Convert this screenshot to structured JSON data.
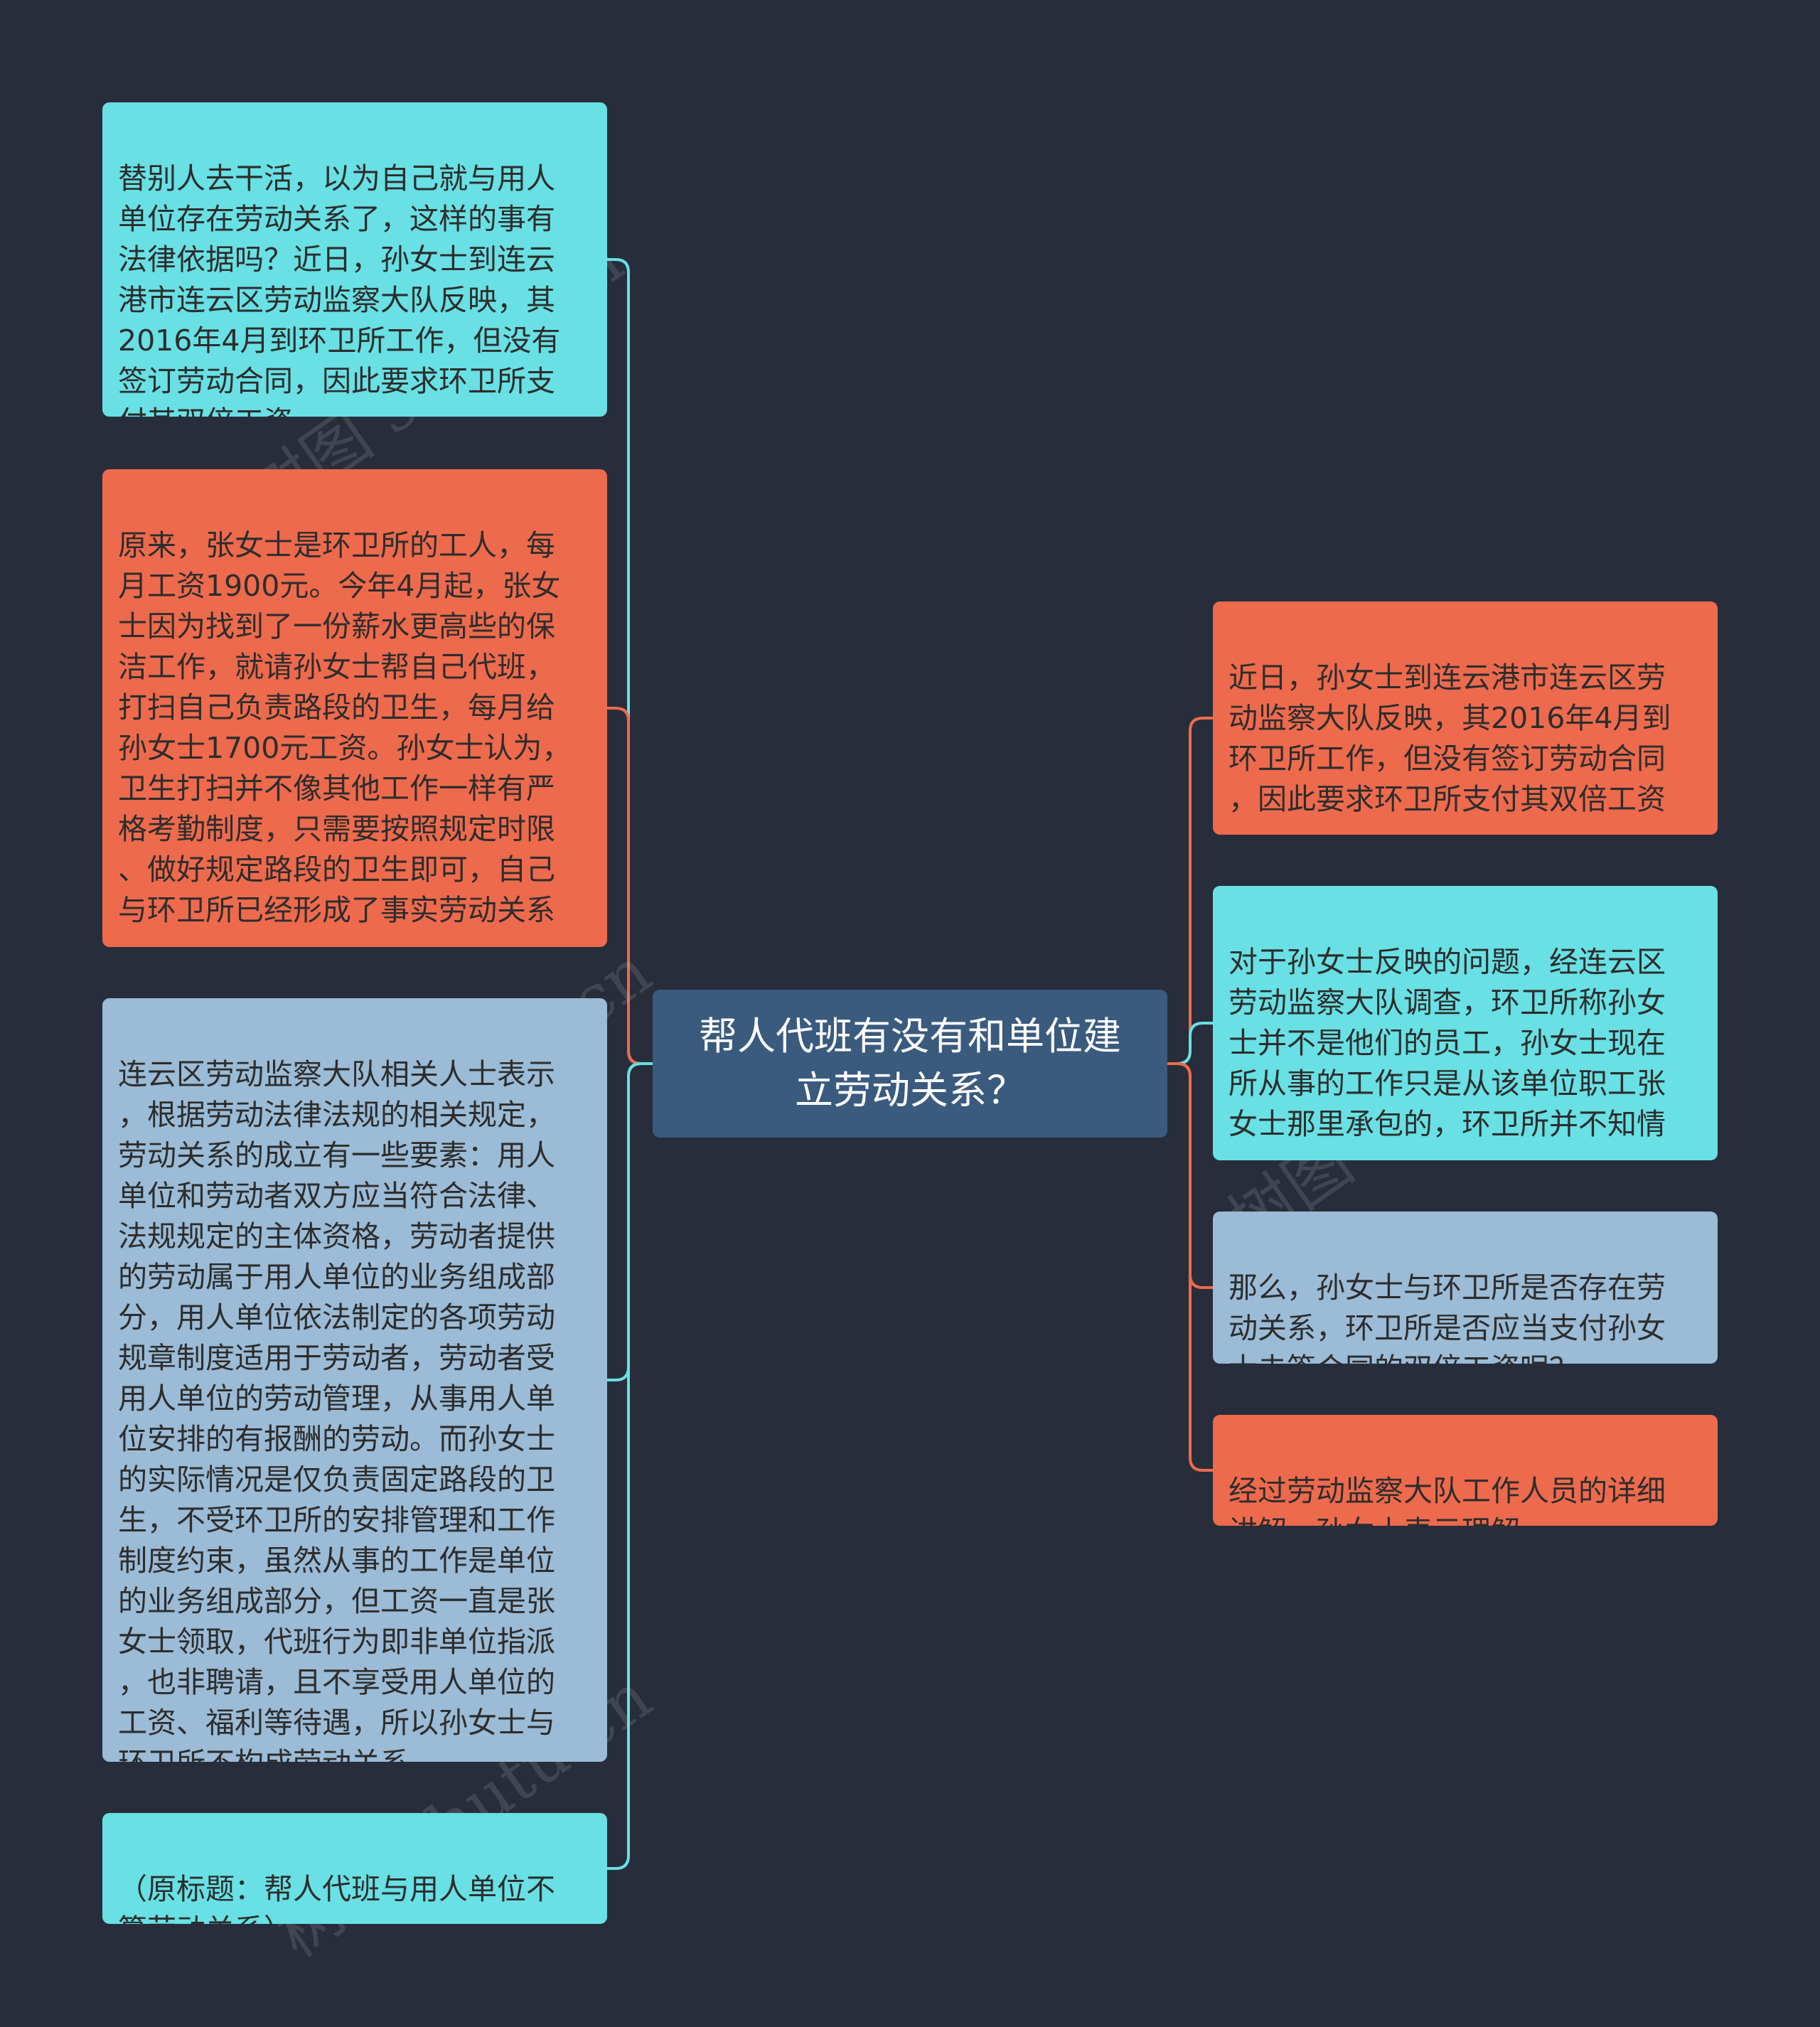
{
  "colors": {
    "background": "#272d3a",
    "root": "#3a5a7e",
    "cyan": "#68e0e4",
    "coral": "#ee6a4d",
    "blue": "#9bbbd6",
    "link_cyan": "#68e0e4",
    "link_coral": "#ee6a4d"
  },
  "root": {
    "text": "帮人代班有没有和单位建\n立劳动关系？"
  },
  "left_nodes": [
    {
      "color": "cyan",
      "text": "替别人去干活，以为自己就与用人\n单位存在劳动关系了，这样的事有\n法律依据吗？近日，孙女士到连云\n港市连云区劳动监察大队反映，其\n2016年4月到环卫所工作，但没有\n签订劳动合同，因此要求环卫所支\n付其双倍工资。"
    },
    {
      "color": "coral",
      "text": "原来，张女士是环卫所的工人，每\n月工资1900元。今年4月起，张女\n士因为找到了一份薪水更高些的保\n洁工作，就请孙女士帮自己代班，\n打扫自己负责路段的卫生，每月给\n孙女士1700元工资。孙女士认为，\n卫生打扫并不像其他工作一样有严\n格考勤制度，只需要按照规定时限\n、做好规定路段的卫生即可，自己\n与环卫所已经形成了事实劳动关系\n。"
    },
    {
      "color": "blue",
      "text": "连云区劳动监察大队相关人士表示\n，根据劳动法律法规的相关规定，\n劳动关系的成立有一些要素：用人\n单位和劳动者双方应当符合法律、\n法规规定的主体资格，劳动者提供\n的劳动属于用人单位的业务组成部\n分，用人单位依法制定的各项劳动\n规章制度适用于劳动者，劳动者受\n用人单位的劳动管理，从事用人单\n位安排的有报酬的劳动。而孙女士\n的实际情况是仅负责固定路段的卫\n生，不受环卫所的安排管理和工作\n制度约束，虽然从事的工作是单位\n的业务组成部分，但工资一直是张\n女士领取，代班行为即非单位指派\n，也非聘请，且不享受用人单位的\n工资、福利等待遇，所以孙女士与\n环卫所不构成劳动关系。"
    },
    {
      "color": "cyan",
      "text": "（原标题：帮人代班与用人单位不\n算劳动关系）"
    }
  ],
  "right_nodes": [
    {
      "color": "coral",
      "text": "近日，孙女士到连云港市连云区劳\n动监察大队反映，其2016年4月到\n环卫所工作，但没有签订劳动合同\n，因此要求环卫所支付其双倍工资\n。"
    },
    {
      "color": "cyan",
      "text": "对于孙女士反映的问题，经连云区\n劳动监察大队调查，环卫所称孙女\n士并不是他们的员工，孙女士现在\n所从事的工作只是从该单位职工张\n女士那里承包的，环卫所并不知情\n。"
    },
    {
      "color": "blue",
      "text": "那么，孙女士与环卫所是否存在劳\n动关系，环卫所是否应当支付孙女\n士未签合同的双倍工资呢？"
    },
    {
      "color": "coral",
      "text": "经过劳动监察大队工作人员的详细\n讲解，孙女士表示理解。"
    }
  ],
  "watermark": {
    "text": "树图 shutu.cn"
  }
}
